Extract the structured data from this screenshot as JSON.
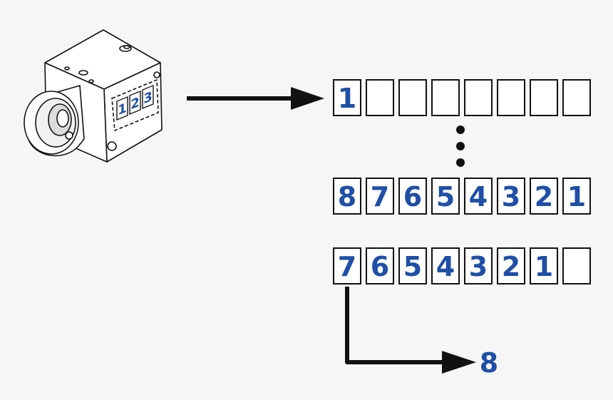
{
  "colors": {
    "background": "#f6f6f6",
    "digit": "#1f4fa6",
    "ink": "#111111",
    "cell_fill": "#ffffff"
  },
  "icons": {
    "camera": "industrial-camera-icon"
  },
  "camera": {
    "buffer_labels": [
      "1",
      "2",
      "3"
    ]
  },
  "buffers": {
    "first": [
      "1",
      "",
      "",
      "",
      "",
      "",
      "",
      ""
    ],
    "full": [
      "8",
      "7",
      "6",
      "5",
      "4",
      "3",
      "2",
      "1"
    ],
    "after_output": [
      "7",
      "6",
      "5",
      "4",
      "3",
      "2",
      "1",
      ""
    ]
  },
  "ellipsis_dots": 3,
  "output_frame": "8"
}
